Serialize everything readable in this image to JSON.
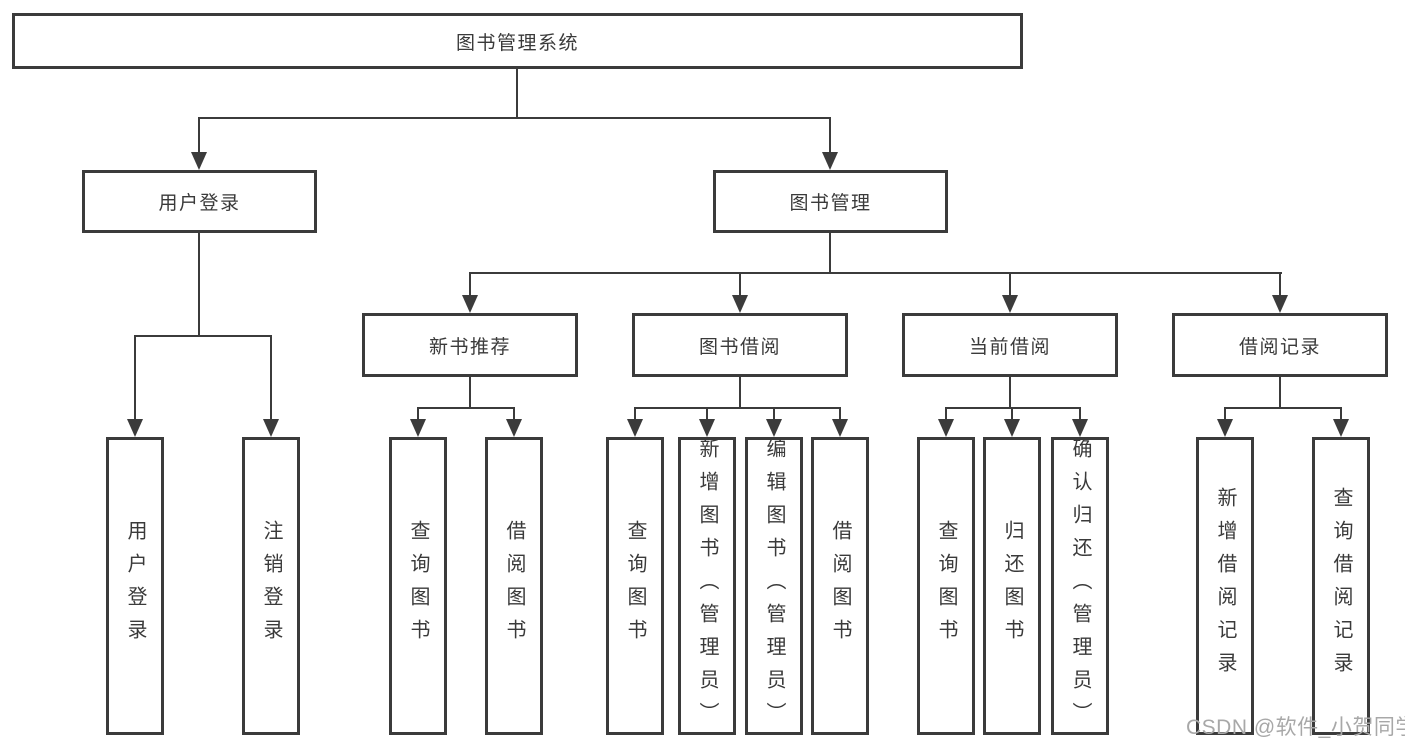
{
  "tree": {
    "root": {
      "label": "图书管理系统"
    },
    "branches": [
      {
        "label": "用户登录",
        "leaves": [
          {
            "label": "用户登录"
          },
          {
            "label": "注销登录"
          }
        ]
      },
      {
        "label": "图书管理",
        "groups": [
          {
            "label": "新书推荐",
            "leaves": [
              {
                "label": "查询图书"
              },
              {
                "label": "借阅图书"
              }
            ]
          },
          {
            "label": "图书借阅",
            "leaves": [
              {
                "label": "查询图书"
              },
              {
                "label": "新增图书（管理员）"
              },
              {
                "label": "编辑图书（管理员）"
              },
              {
                "label": "借阅图书"
              }
            ]
          },
          {
            "label": "当前借阅",
            "leaves": [
              {
                "label": "查询图书"
              },
              {
                "label": "归还图书"
              },
              {
                "label": "确认归还（管理员）"
              }
            ]
          },
          {
            "label": "借阅记录",
            "leaves": [
              {
                "label": "新增借阅记录"
              },
              {
                "label": "查询借阅记录"
              }
            ]
          }
        ]
      }
    ]
  },
  "watermark": {
    "text": "CSDN @软件_小贺同学"
  },
  "colors": {
    "line": "#3b3b3b",
    "text": "#3a3a3a",
    "watermark": "#a8a8a8",
    "background": "#ffffff"
  }
}
